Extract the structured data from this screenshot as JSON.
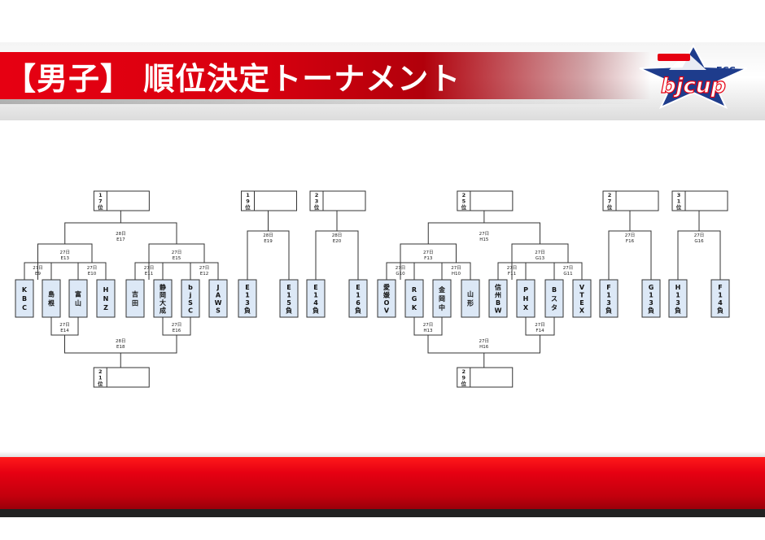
{
  "title": "【男子】 順位決定トーナメント",
  "logo": {
    "top_text": "ECC",
    "main_text": "bjcup",
    "accent": "#e60012",
    "brand_blue": "#1e3c8c"
  },
  "colors": {
    "accent": "#e60012",
    "team_box": "#dce8f6",
    "line": "#333333"
  },
  "brackets": [
    {
      "rank_top": "17位",
      "final": {
        "day": "28日",
        "code": "E17"
      },
      "semis": [
        {
          "day": "27日",
          "code": "E13"
        },
        {
          "day": "27日",
          "code": "E15"
        }
      ],
      "firsts": [
        {
          "day": "27日",
          "code": "E9"
        },
        {
          "day": "27日",
          "code": "E10"
        },
        {
          "day": "27日",
          "code": "E11"
        },
        {
          "day": "27日",
          "code": "E12"
        }
      ],
      "teams": [
        "KBC",
        "島根",
        "富山",
        "HNZ",
        "吉田",
        "静岡大成",
        "bjSC",
        "JAWS"
      ],
      "lower_semis": [
        {
          "day": "27日",
          "code": "E14"
        },
        {
          "day": "27日",
          "code": "E16"
        }
      ],
      "lower_final": {
        "day": "28日",
        "code": "E18"
      },
      "rank_bottom": "21位"
    },
    {
      "rank_top": "25位",
      "final": {
        "day": "27日",
        "code": "H15"
      },
      "semis": [
        {
          "day": "27日",
          "code": "F13"
        },
        {
          "day": "27日",
          "code": "G13"
        }
      ],
      "firsts": [
        {
          "day": "27日",
          "code": "G10"
        },
        {
          "day": "27日",
          "code": "H10"
        },
        {
          "day": "27日",
          "code": "F11"
        },
        {
          "day": "27日",
          "code": "G11"
        }
      ],
      "teams": [
        "愛媛OV",
        "RGK",
        "金岡中",
        "山形",
        "信州BW",
        "PHX",
        "Bスタ",
        "VTEX"
      ],
      "lower_semis": [
        {
          "day": "27日",
          "code": "H13"
        },
        {
          "day": "27日",
          "code": "F14"
        }
      ],
      "lower_final": {
        "day": "27日",
        "code": "H16"
      },
      "rank_bottom": "29位"
    }
  ],
  "pairs": [
    {
      "rank": "19位",
      "match": {
        "day": "28日",
        "code": "E19"
      },
      "teams": [
        "E13負",
        "E15負"
      ]
    },
    {
      "rank": "23位",
      "match": {
        "day": "28日",
        "code": "E20"
      },
      "teams": [
        "E14負",
        "E16負"
      ]
    },
    {
      "rank": "27位",
      "match": {
        "day": "27日",
        "code": "F16"
      },
      "teams": [
        "F13負",
        "G13負"
      ]
    },
    {
      "rank": "31位",
      "match": {
        "day": "27日",
        "code": "G16"
      },
      "teams": [
        "H13負",
        "F14負"
      ]
    }
  ]
}
